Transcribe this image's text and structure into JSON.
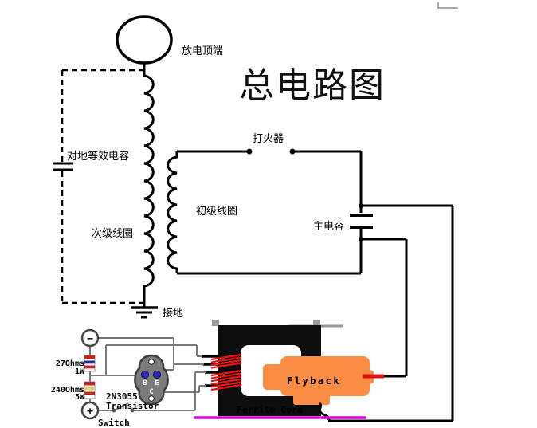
{
  "title": "总电路图",
  "tesla": {
    "toroid_label": "放电顶端",
    "stray_cap_label": "对地等效电容",
    "secondary_label": "次级线圈",
    "primary_label": "初级线圈",
    "spark_gap_label": "打火器",
    "main_cap_label": "主电容",
    "ground_label": "接地"
  },
  "driver": {
    "minus_terminal": "−",
    "plus_terminal": "+",
    "resistor1": {
      "value": "27Ohms",
      "power": "1W"
    },
    "resistor2": {
      "value": "240Ohms",
      "power": "5W"
    },
    "transistor": {
      "part": "2N3055",
      "type": "Transistor",
      "pin_base": "B",
      "pin_emitter": "E",
      "pin_collector": "C"
    },
    "switch_label": "Switch"
  },
  "flyback": {
    "body_label": "Flyback",
    "core_label": "Ferrite Core"
  },
  "colors": {
    "main_wire": "#000000",
    "driver_wire": "#7a7a7a",
    "winding_red": "#ee1111",
    "hv_lead_red": "#dd1111",
    "flyback_orange": "#fb8c44",
    "magenta_lead": "#dd00dd",
    "core_black": "#0d0d0d",
    "pin_blue": "#2a28c8"
  }
}
